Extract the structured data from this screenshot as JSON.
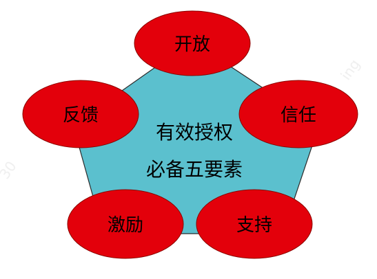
{
  "diagram": {
    "center_lines": [
      "有效授权",
      "必备五要素"
    ],
    "elements": [
      {
        "id": "top",
        "label": "开放"
      },
      {
        "id": "right",
        "label": "信任"
      },
      {
        "id": "bottom-right",
        "label": "支持"
      },
      {
        "id": "bottom-left",
        "label": "激励"
      },
      {
        "id": "left",
        "label": "反馈"
      }
    ]
  },
  "colors": {
    "pentagon_fill": "#5BC0CE",
    "pentagon_stroke": "#2b2b2b",
    "ellipse_fill": "#E3000B",
    "ellipse_stroke": "#8a0000",
    "text": "#000000",
    "watermark": "#e2e2e2"
  }
}
